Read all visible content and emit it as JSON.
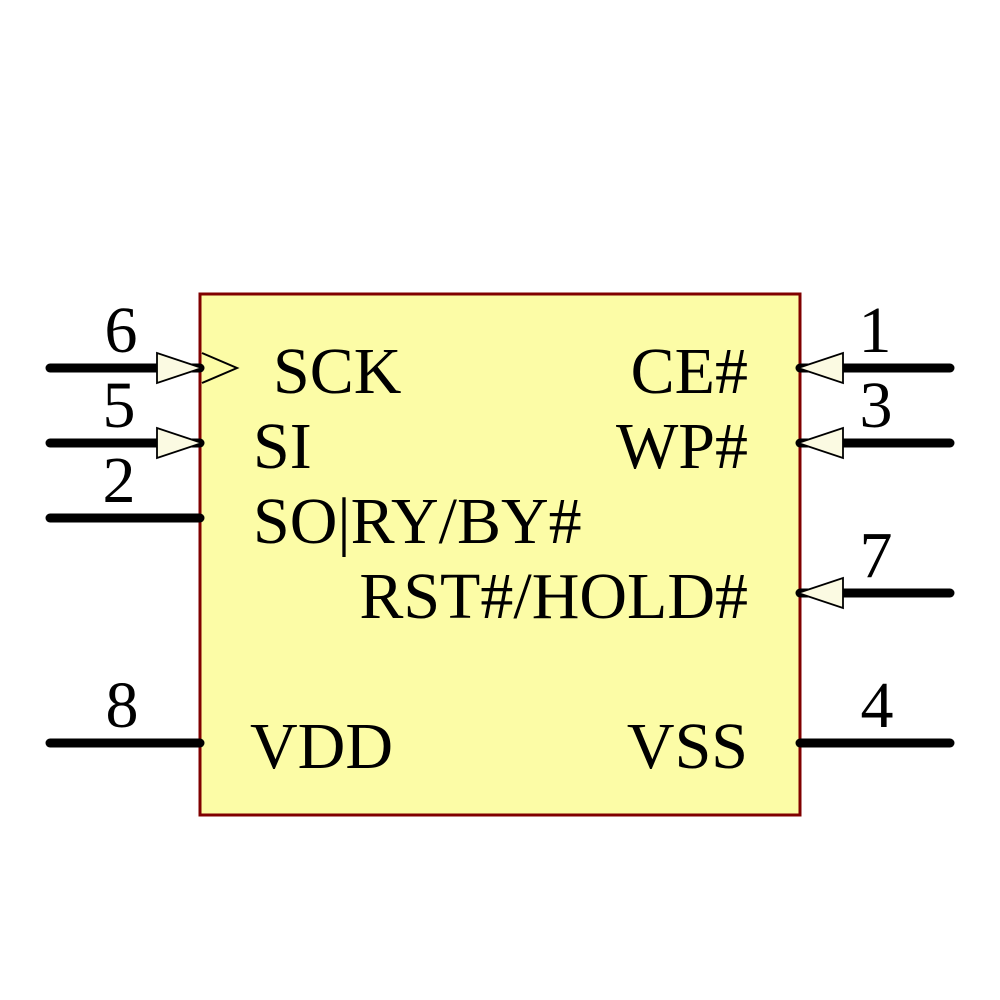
{
  "component": {
    "kind": "8-pin IC schematic symbol (SPI flash memory)",
    "colors": {
      "background": "#FFFFFF",
      "body_fill": "#FCFCA6",
      "body_border": "#800000",
      "pin_line": "#000000",
      "arrow_fill": "#FBFAE2",
      "text": "#000000"
    },
    "pins_left": [
      {
        "number": "6",
        "name": "SCK"
      },
      {
        "number": "5",
        "name": "SI"
      },
      {
        "number": "2",
        "name": "SO|RY/BY#"
      },
      {
        "number": "8",
        "name": "VDD"
      }
    ],
    "pins_right": [
      {
        "number": "1",
        "name": "CE#"
      },
      {
        "number": "3",
        "name": "WP#"
      },
      {
        "number": "7",
        "name": "RST#/HOLD#"
      },
      {
        "number": "4",
        "name": "VSS"
      }
    ]
  }
}
